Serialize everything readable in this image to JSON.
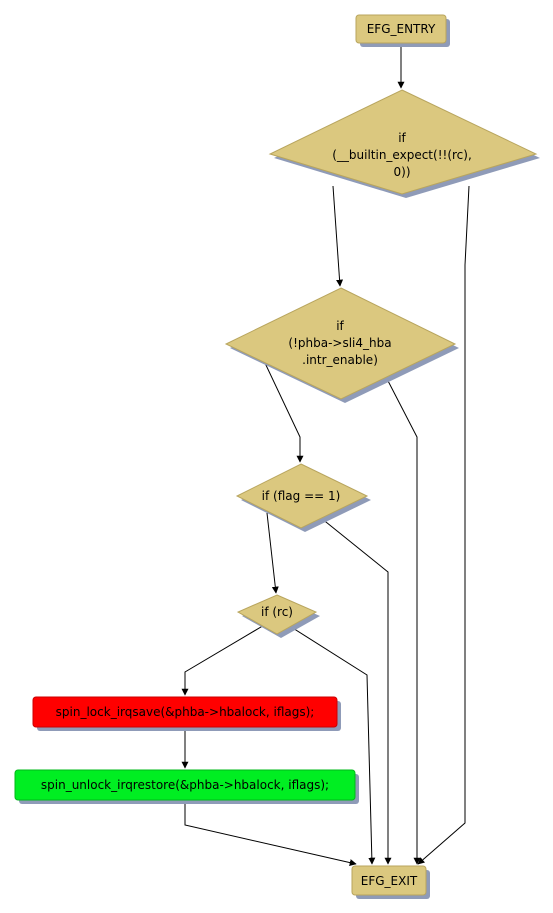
{
  "colors": {
    "decision_fill": "#dbc87f",
    "decision_stroke": "#b8a55e",
    "shadow": "#8f9bb8",
    "lock_fill": "#ff0000",
    "unlock_fill": "#00ee22",
    "edge": "#000000"
  },
  "nodes": {
    "entry": {
      "label": "EFG_ENTRY"
    },
    "cond_builtin_expect": {
      "lines": [
        "if",
        "(__builtin_expect(!!(rc),",
        "0))"
      ]
    },
    "cond_intr_enable": {
      "lines": [
        "if",
        "(!phba->sli4_hba",
        ".intr_enable)"
      ]
    },
    "cond_flag": {
      "label": "if (flag == 1)"
    },
    "cond_rc": {
      "label": "if (rc)"
    },
    "spin_lock": {
      "label": "spin_lock_irqsave(&phba->hbalock, iflags);"
    },
    "spin_unlock": {
      "label": "spin_unlock_irqrestore(&phba->hbalock, iflags);"
    },
    "exit": {
      "label": "EFG_EXIT"
    }
  }
}
